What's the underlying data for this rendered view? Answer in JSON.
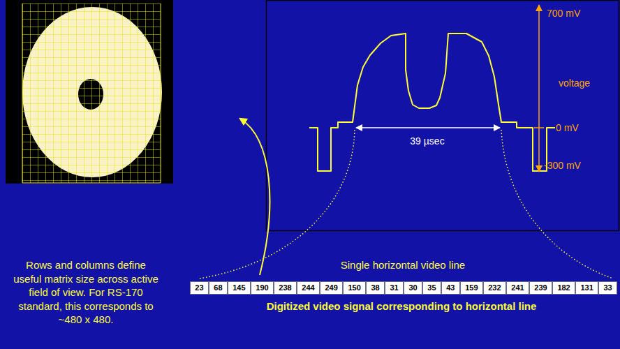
{
  "diagram": {
    "labels": [
      "700 mV",
      "voltage",
      "0 mV",
      "39 µsec",
      "-300 mV",
      "Rows and columns define useful matrix size across active field of view. For RS-170 standard, this corresponds to ~480 x 480.",
      "Single horizontal video line",
      "23",
      "68",
      "145",
      "190",
      "238",
      "244",
      "249",
      "150",
      "38",
      "31",
      "30",
      "35",
      "43",
      "159",
      "232",
      "241",
      "239",
      "182",
      "131",
      "33",
      "Digitized video signal corresponding to horizontal line"
    ]
  }
}
